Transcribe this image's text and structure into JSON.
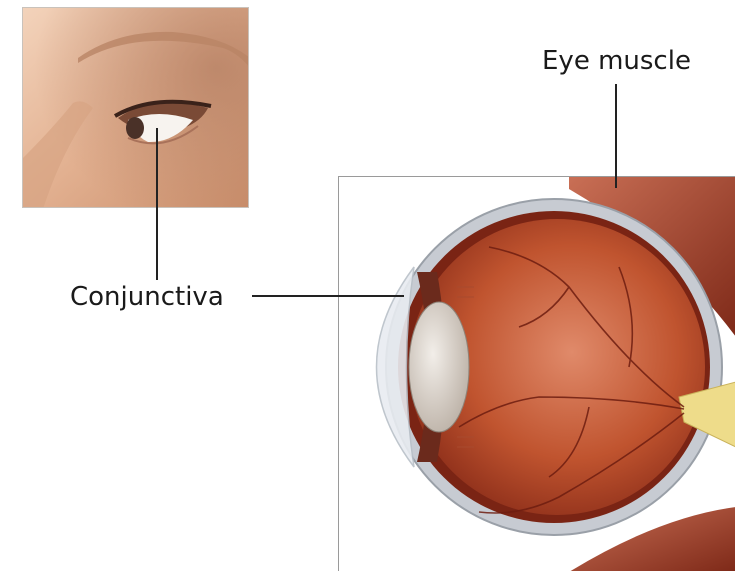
{
  "labels": {
    "eye_muscle": "Eye muscle",
    "conjunctiva": "Conjunctiva"
  },
  "icons": {
    "face_illustration": "face-profile-eye",
    "eye_cross_section": "eye-cross-section"
  },
  "colors": {
    "skin": "#e4b393",
    "sclera": "#c9cdd3",
    "retina": "#b8472a",
    "muscle": "#9c3a26",
    "lens": "#d8d2cb",
    "optic_nerve": "#e8d27a"
  }
}
